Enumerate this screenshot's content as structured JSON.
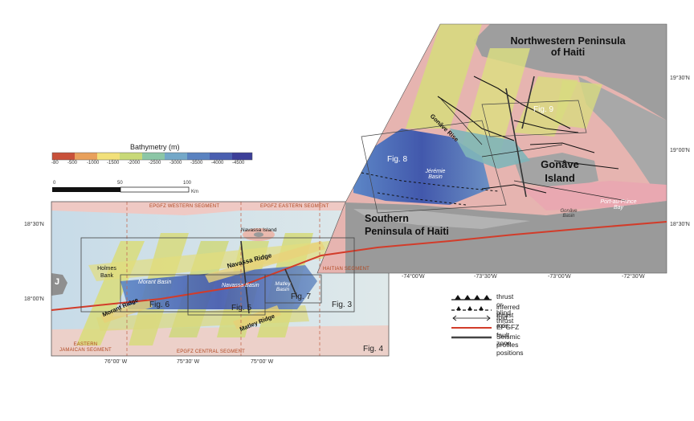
{
  "bathymetry": {
    "title": "Bathymetry (m)",
    "ticks": [
      "-80",
      "-500",
      "-1000",
      "-1500",
      "-2000",
      "-2500",
      "-3000",
      "-3500",
      "-4000",
      "-4500"
    ],
    "colors": [
      "#c8513a",
      "#e8a05c",
      "#f2e07a",
      "#c8d978",
      "#8cc6a6",
      "#74a8c8",
      "#5a82c0",
      "#4a5fb0",
      "#3c3f98"
    ]
  },
  "scalebar": {
    "ticks": [
      "0",
      "50",
      "100"
    ],
    "unit": "Km"
  },
  "places": {
    "nw_peninsula_line1": "Northwestern Peninsula",
    "nw_peninsula_line2": "of Haiti",
    "gonave_line1": "Gonâve",
    "gonave_line2": "Island",
    "south_peninsula_line1": "Southern",
    "south_peninsula_line2": "Peninsula of Haiti",
    "jeremie_basin_line1": "Jérémie",
    "jeremie_basin_line2": "Basin",
    "gonave_basin_line1": "Gonâve",
    "gonave_basin_line2": "Basin",
    "port_au_prince_bay_line1": "Port-au-Prince",
    "port_au_prince_bay_line2": "Bay",
    "gonave_rise": "Gonâve Rise",
    "navassa_island": "Navassa Island",
    "navassa_ridge": "Navassa Ridge",
    "navassa_basin": "Navassa Basin",
    "morant_basin": "Morant Basin",
    "morant_ridge": "Morant Ridge",
    "matley_basin_line1": "Matley",
    "matley_basin_line2": "Basin",
    "matley_ridge": "Matley Ridge",
    "holmes_bank_line1": "Holmes",
    "holmes_bank_line2": "Bank",
    "jamaica_letter": "J"
  },
  "segments": {
    "western": "EPGFZ WESTERN SEGMENT",
    "eastern": "EPGFZ EASTERN SEGMENT",
    "haitian": "HAITIAN SEGMENT",
    "central": "EPGFZ CENTRAL SEGMENT",
    "eastern_jamaican_line1": "EASTERN",
    "eastern_jamaican_line2": "JAMAICAN SEGMENT"
  },
  "figures": {
    "fig3": "Fig. 3",
    "fig4": "Fig. 4",
    "fig5": "Fig. 5",
    "fig6": "Fig. 6",
    "fig7": "Fig. 7",
    "fig8": "Fig. 8",
    "fig9": "Fig. 9"
  },
  "coords": {
    "lat_1930": "19°30'N",
    "lat_1900": "19°00'N",
    "lat_1830_right": "18°30'N",
    "lat_1830_left": "18°30'N",
    "lat_1800_left": "18°00'N",
    "lon_7400": "-74°00'W",
    "lon_7330": "-73°30'W",
    "lon_7300": "-73°00'W",
    "lon_7230": "-72°30'W",
    "lon_7600": "76°00' W",
    "lon_7530": "75°30' W",
    "lon_7500": "75°00' W"
  },
  "legend": {
    "thrust": "thrust or blind thrust",
    "inferred_thrust": "inferred thrust",
    "fold_axis": "fold axis",
    "fault_zone": "EPGFZ fault zone",
    "seismic": "Seismic profiles positions"
  },
  "colors": {
    "fault": "#d23c2a",
    "land": "#9a9a9a",
    "shallow": "#e8a3a0",
    "deep": "#4a5fb0"
  }
}
